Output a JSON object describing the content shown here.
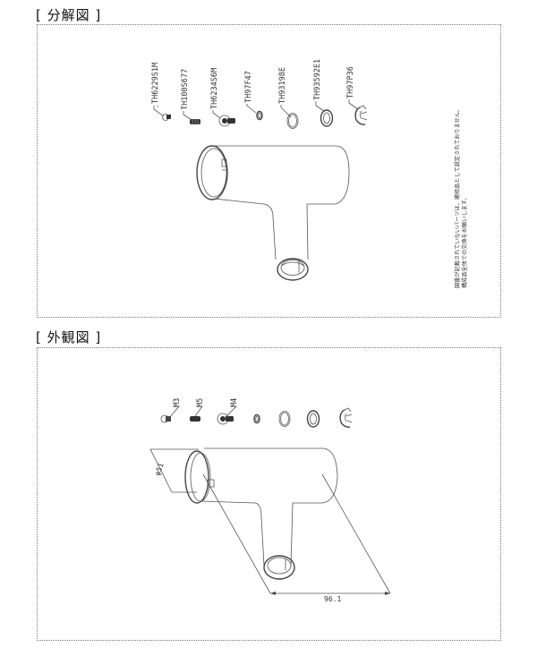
{
  "sections": {
    "exploded": {
      "title": "[ 分解図 ]"
    },
    "exterior": {
      "title": "[ 外観図 ]"
    }
  },
  "exploded_view": {
    "parts": [
      {
        "part_number": "TH6229S1M",
        "icon": "small-screw-icon"
      },
      {
        "part_number": "TH100S677",
        "icon": "set-screw-icon"
      },
      {
        "part_number": "TH6234S6M",
        "icon": "flanged-bolt-icon"
      },
      {
        "part_number": "TH97F47",
        "icon": "small-oring-icon"
      },
      {
        "part_number": "TH93198E",
        "icon": "oring-icon"
      },
      {
        "part_number": "TH93592E1",
        "icon": "packing-ring-icon"
      },
      {
        "part_number": "TH97P36",
        "icon": "retaining-clip-icon"
      }
    ],
    "main_body": "t-pipe-body-icon",
    "note": {
      "line1": "図番が記載されていないパーツは、補修品として設定されておりません。",
      "line2": "構成品全体での交換をお願いします。"
    }
  },
  "exterior_view": {
    "screw_sizes": [
      "M3",
      "M5",
      "M4"
    ],
    "dimensions": {
      "pipe_diameter": "φ51",
      "length": "96.1"
    }
  }
}
